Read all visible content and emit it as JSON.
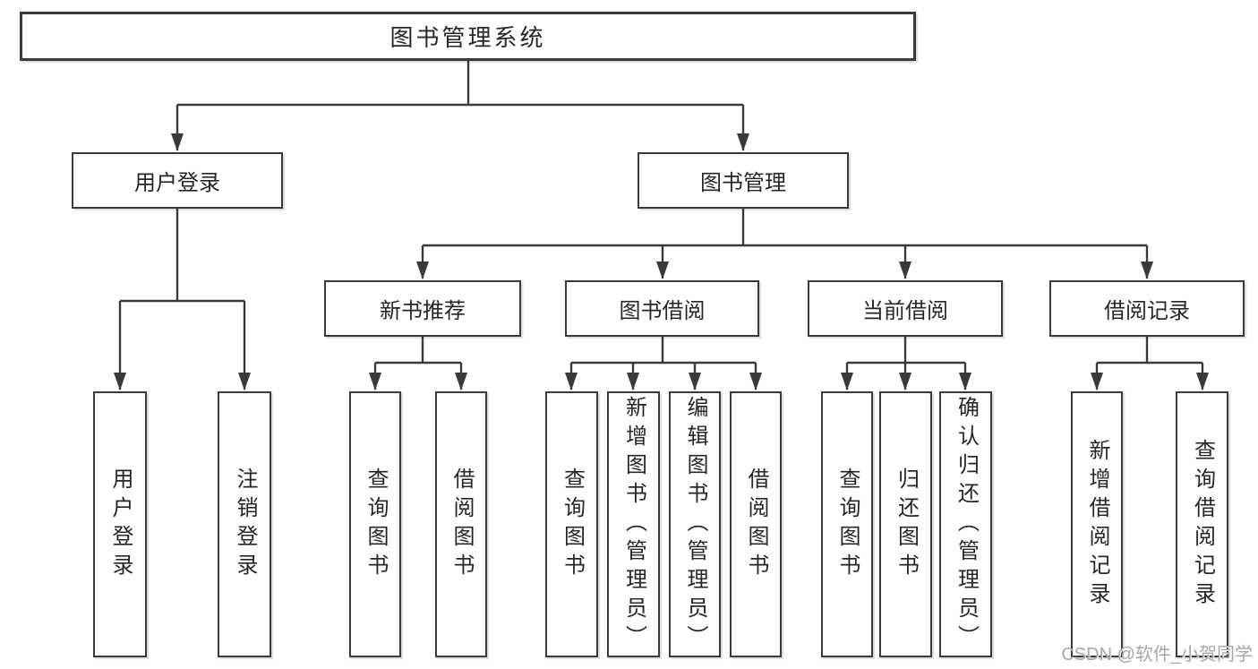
{
  "tree": {
    "root": {
      "label": "图书管理系统",
      "children": [
        {
          "label": "用户登录",
          "children": [
            {
              "label": "用户登录"
            },
            {
              "label": "注销登录"
            }
          ]
        },
        {
          "label": "图书管理",
          "children": [
            {
              "label": "新书推荐",
              "children": [
                {
                  "label": "查询图书"
                },
                {
                  "label": "借阅图书"
                }
              ]
            },
            {
              "label": "图书借阅",
              "children": [
                {
                  "label": "查询图书"
                },
                {
                  "label": "新增图书（管理员）"
                },
                {
                  "label": "编辑图书（管理员）"
                },
                {
                  "label": "借阅图书"
                }
              ]
            },
            {
              "label": "当前借阅",
              "children": [
                {
                  "label": "查询图书"
                },
                {
                  "label": "归还图书"
                },
                {
                  "label": "确认归还（管理员）"
                }
              ]
            },
            {
              "label": "借阅记录",
              "children": [
                {
                  "label": "新增借阅记录"
                },
                {
                  "label": "查询借阅记录"
                }
              ]
            }
          ]
        }
      ]
    }
  },
  "watermark": {
    "text": "CSDN @软件_小贺同学"
  },
  "colors": {
    "line": "#3a3a3a",
    "node_border": "#3a3a3a",
    "text": "#262626",
    "watermark": "#a6a6a6",
    "background": "#ffffff"
  }
}
